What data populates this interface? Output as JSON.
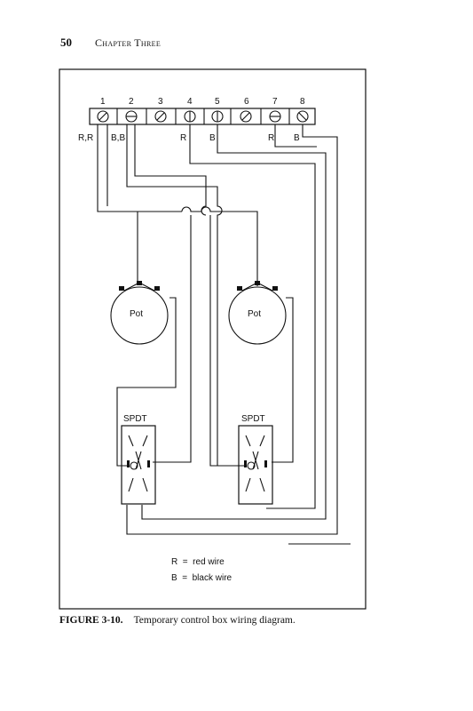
{
  "header": {
    "page_number": "50",
    "chapter": "Chapter Three"
  },
  "diagram": {
    "terminal_numbers": [
      "1",
      "2",
      "3",
      "4",
      "5",
      "6",
      "7",
      "8"
    ],
    "wire_markers": [
      "R,R",
      "B,B",
      "R",
      "B",
      "R",
      "B"
    ],
    "components": {
      "pot_left": "Pot",
      "pot_right": "Pot",
      "switch_left": "SPDT",
      "switch_right": "SPDT"
    },
    "legend": {
      "red": "R  =  red wire",
      "black": "B  =  black wire"
    }
  },
  "caption": {
    "figure": "FIGURE 3-10.",
    "text": "Temporary control box wiring diagram."
  }
}
